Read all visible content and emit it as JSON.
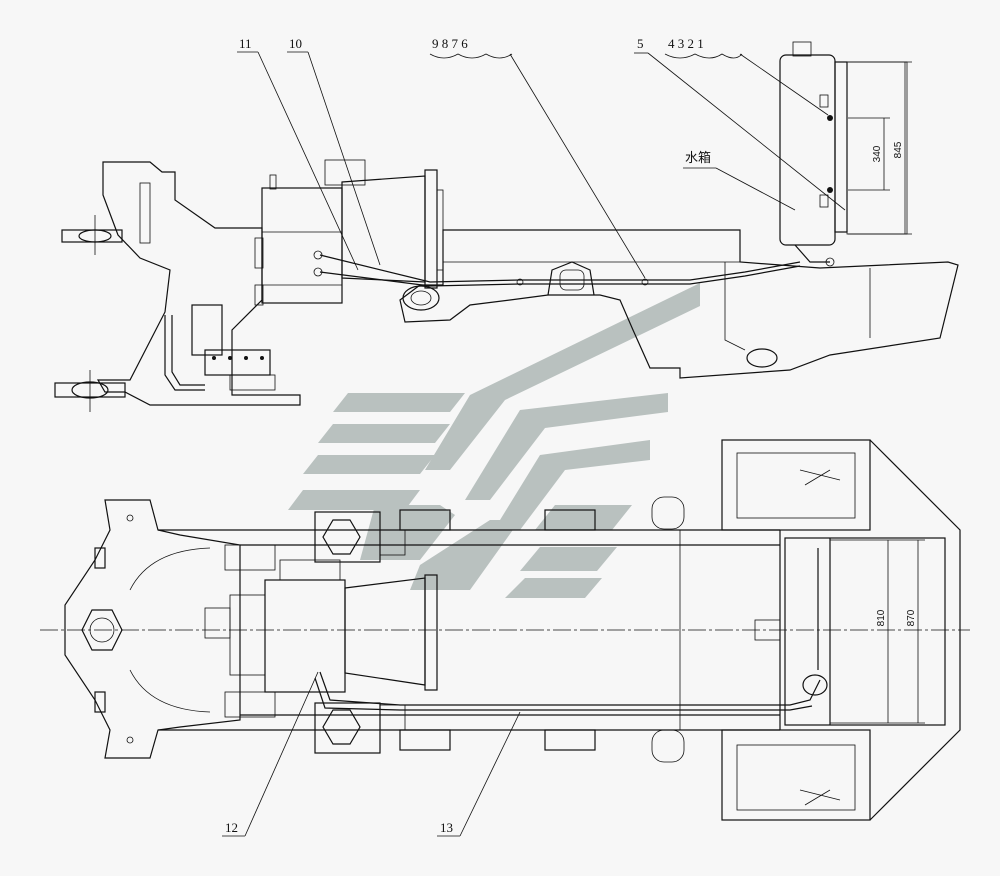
{
  "callouts": {
    "n11": "11",
    "n10": "10",
    "n9876": "9 8 7 6",
    "n5": "5",
    "n4321": "4 3 2 1",
    "n12": "12",
    "n13": "13"
  },
  "labels": {
    "water_tank": "水箱"
  },
  "dimensions": {
    "d845": "845",
    "d340": "340",
    "d810": "810",
    "d870": "870"
  },
  "colors": {
    "line": "#111111",
    "watermark": "#b9c1bf",
    "background": "#f7f7f7"
  }
}
